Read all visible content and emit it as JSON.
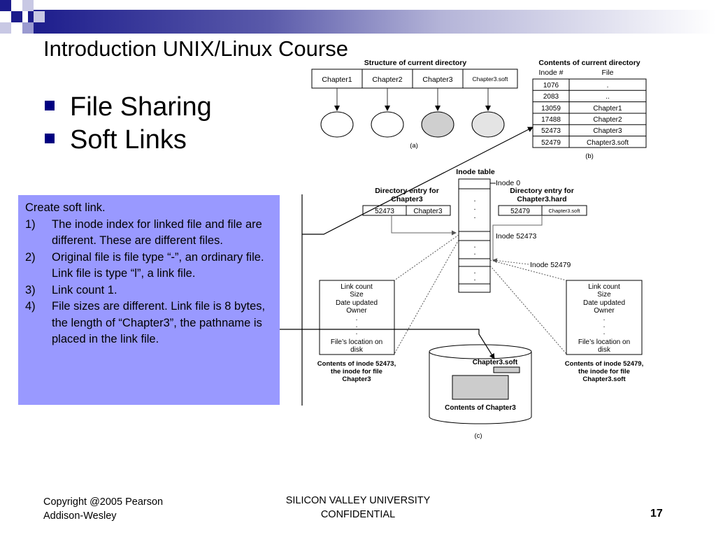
{
  "slide": {
    "title": "Introduction UNIX/Linux Course",
    "bullets": [
      "File Sharing",
      "Soft Links"
    ],
    "page_number": "17",
    "footer_left": [
      "Copyright @2005 Pearson",
      "Addison-Wesley"
    ],
    "footer_center": [
      "SILICON VALLEY UNIVERSITY",
      "CONFIDENTIAL"
    ]
  },
  "note": {
    "heading": "Create soft link.",
    "items": [
      {
        "num": "1)",
        "text": "The inode index for linked file and file are different. These are different files."
      },
      {
        "num": "2)",
        "text": "Original file is file type “-”, an ordinary file. Link file is type “l”, a link file."
      },
      {
        "num": "3)",
        "text": "Link count 1."
      },
      {
        "num": "4)",
        "text": "File sizes are different. Link file is 8 bytes, the length of “Chapter3”, the pathname is placed in the link file."
      }
    ]
  },
  "diagram": {
    "structure_title": "Structure of current directory",
    "structure_files": [
      "Chapter1",
      "Chapter2",
      "Chapter3",
      "Chapter3.soft"
    ],
    "label_a": "(a)",
    "contents_title": "Contents of current directory",
    "contents_headers": [
      "Inode #",
      "File"
    ],
    "contents_rows": [
      [
        "1076",
        "."
      ],
      [
        "2083",
        ".."
      ],
      [
        "13059",
        "Chapter1"
      ],
      [
        "17488",
        "Chapter2"
      ],
      [
        "52473",
        "Chapter3"
      ],
      [
        "52479",
        "Chapter3.soft"
      ]
    ],
    "label_b": "(b)",
    "inode_table_title": "Inode table",
    "inode_0": "Inode 0",
    "dir_entry_left_title": [
      "Directory entry for",
      "Chapter3"
    ],
    "dir_entry_left": [
      "52473",
      "Chapter3"
    ],
    "dir_entry_right_title": [
      "Directory entry for",
      "Chapter3.hard"
    ],
    "dir_entry_right": [
      "52479",
      "Chapter3.soft"
    ],
    "inode_52473_label": "Inode 52473",
    "inode_52479_label": "Inode 52479",
    "inode_box_lines": [
      "Link count",
      "Size",
      "Date updated",
      "Owner",
      ".",
      ".",
      ".",
      "File’s location on",
      "disk"
    ],
    "caption_left": [
      "Contents of inode 52473,",
      "the inode for file",
      "Chapter3"
    ],
    "caption_right": [
      "Contents of inode 52479,",
      "the inode for file",
      "Chapter3.soft"
    ],
    "disk_soft_label": "Chapter3.soft",
    "disk_contents_label": "Contents of Chapter3",
    "label_c": "(c)",
    "dot": "."
  }
}
